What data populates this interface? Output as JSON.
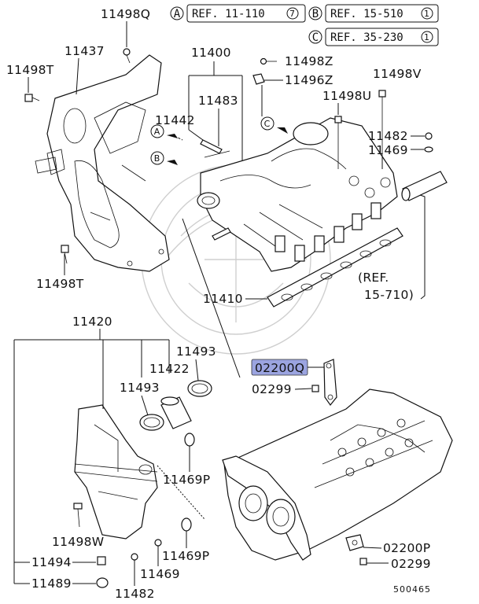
{
  "refs": [
    {
      "letter": "A",
      "text": "REF. 11-110",
      "num": "7"
    },
    {
      "letter": "B",
      "text": "REF. 15-510",
      "num": "1"
    },
    {
      "letter": "C",
      "text": "REF. 35-230",
      "num": "1"
    }
  ],
  "parts": {
    "p11498Q": "11498Q",
    "p11437": "11437",
    "p11498T_a": "11498T",
    "p11498T_b": "11498T",
    "p11400": "11400",
    "p11483": "11483",
    "p11442": "11442",
    "p11498Z": "11498Z",
    "p11496Z": "11496Z",
    "p11498V": "11498V",
    "p11498U": "11498U",
    "p11482_a": "11482",
    "p11469_a": "11469",
    "p11410": "11410",
    "p11420": "11420",
    "p11493_a": "11493",
    "p11422": "11422",
    "p11493_b": "11493",
    "p02200Q": "02200Q",
    "p02299_a": "02299",
    "p11469P_a": "11469P",
    "p11469P_b": "11469P",
    "p11498W": "11498W",
    "p11494": "11494",
    "p11489": "11489",
    "p11469_b": "11469",
    "p11482_b": "11482",
    "p02200P": "02200P",
    "p02299_b": "02299"
  },
  "ref_note": {
    "line1": "(REF.",
    "line2": "15-710)"
  },
  "arrow_letters": {
    "a": "A",
    "b": "B",
    "c": "C"
  },
  "figure_number": "500465",
  "highlighted_part": "02200Q"
}
